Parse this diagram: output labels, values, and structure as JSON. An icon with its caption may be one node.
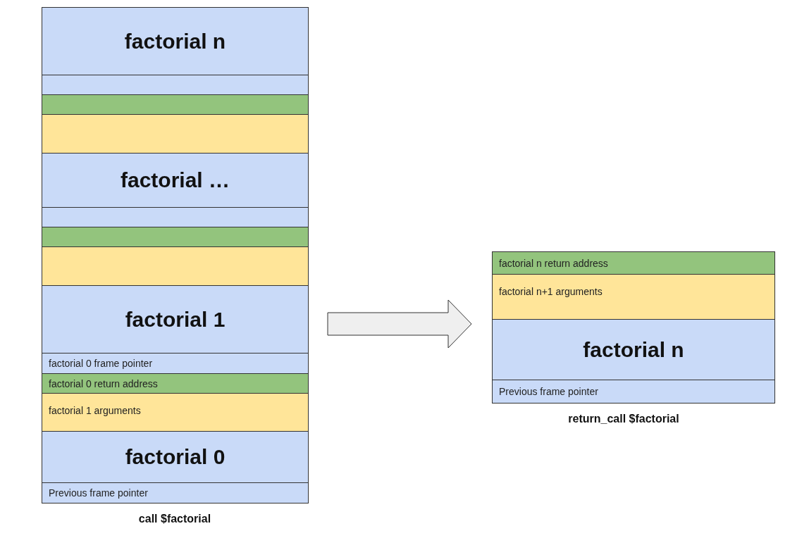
{
  "diagram": {
    "nodes": [
      {
        "text": [
          "factorial n"
        ]
      },
      {
        "text": [],
        "shape": "box"
      },
      {
        "text": [],
        "shape": "box"
      },
      {
        "text": [],
        "shape": "box"
      },
      {
        "text": [
          "factorial …"
        ]
      },
      {
        "text": [],
        "shape": "box"
      },
      {
        "text": [],
        "shape": "box"
      },
      {
        "text": [],
        "shape": "box"
      },
      {
        "text": [
          "factorial 1"
        ]
      },
      {
        "text": [
          "factorial 0 frame pointer"
        ]
      },
      {
        "text": [
          "factorial 0 return address"
        ]
      },
      {
        "text": [
          "factorial 1 arguments"
        ]
      },
      {
        "text": [
          "factorial 0"
        ]
      },
      {
        "text": [
          "Previous frame pointer"
        ]
      },
      {
        "text": [
          "factorial n return address"
        ]
      },
      {
        "text": [
          "factorial n+1 arguments"
        ]
      },
      {
        "text": [
          "factorial n"
        ]
      },
      {
        "text": [
          "Previous frame pointer"
        ]
      }
    ],
    "edges": [
      {
        "from": 8,
        "to": 16,
        "arrow": "to",
        "style": "thick"
      }
    ],
    "labels": [
      "call $factorial",
      "return_call $factorial"
    ]
  }
}
